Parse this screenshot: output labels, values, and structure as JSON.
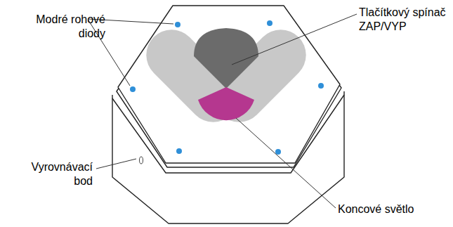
{
  "diagram": {
    "labels": [
      "Modré rohové diody",
      "Tlačítkový spínač ZAP/VYP",
      "Vyrovnávací bod",
      "Koncové světlo"
    ]
  }
}
